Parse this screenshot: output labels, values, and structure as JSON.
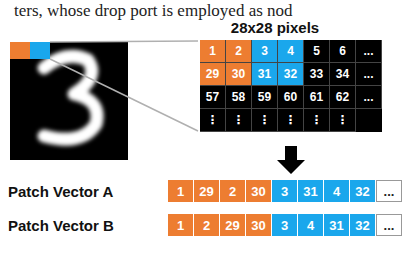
{
  "diagram": {
    "labels": [
      "ters, whose drop port is employed as nod",
      "28x28 pixels",
      "1",
      "2",
      "3",
      "4",
      "5",
      "6",
      "...",
      "29",
      "30",
      "31",
      "32",
      "33",
      "34",
      "...",
      "57",
      "58",
      "59",
      "60",
      "61",
      "62",
      "...",
      "⋮",
      "⋮",
      "⋮",
      "⋮",
      "⋮",
      "⋮",
      "Patch Vector A",
      "1",
      "29",
      "2",
      "30",
      "3",
      "31",
      "4",
      "32",
      "...",
      "Patch Vector B",
      "1",
      "2",
      "29",
      "30",
      "3",
      "4",
      "31",
      "32",
      "..."
    ]
  }
}
